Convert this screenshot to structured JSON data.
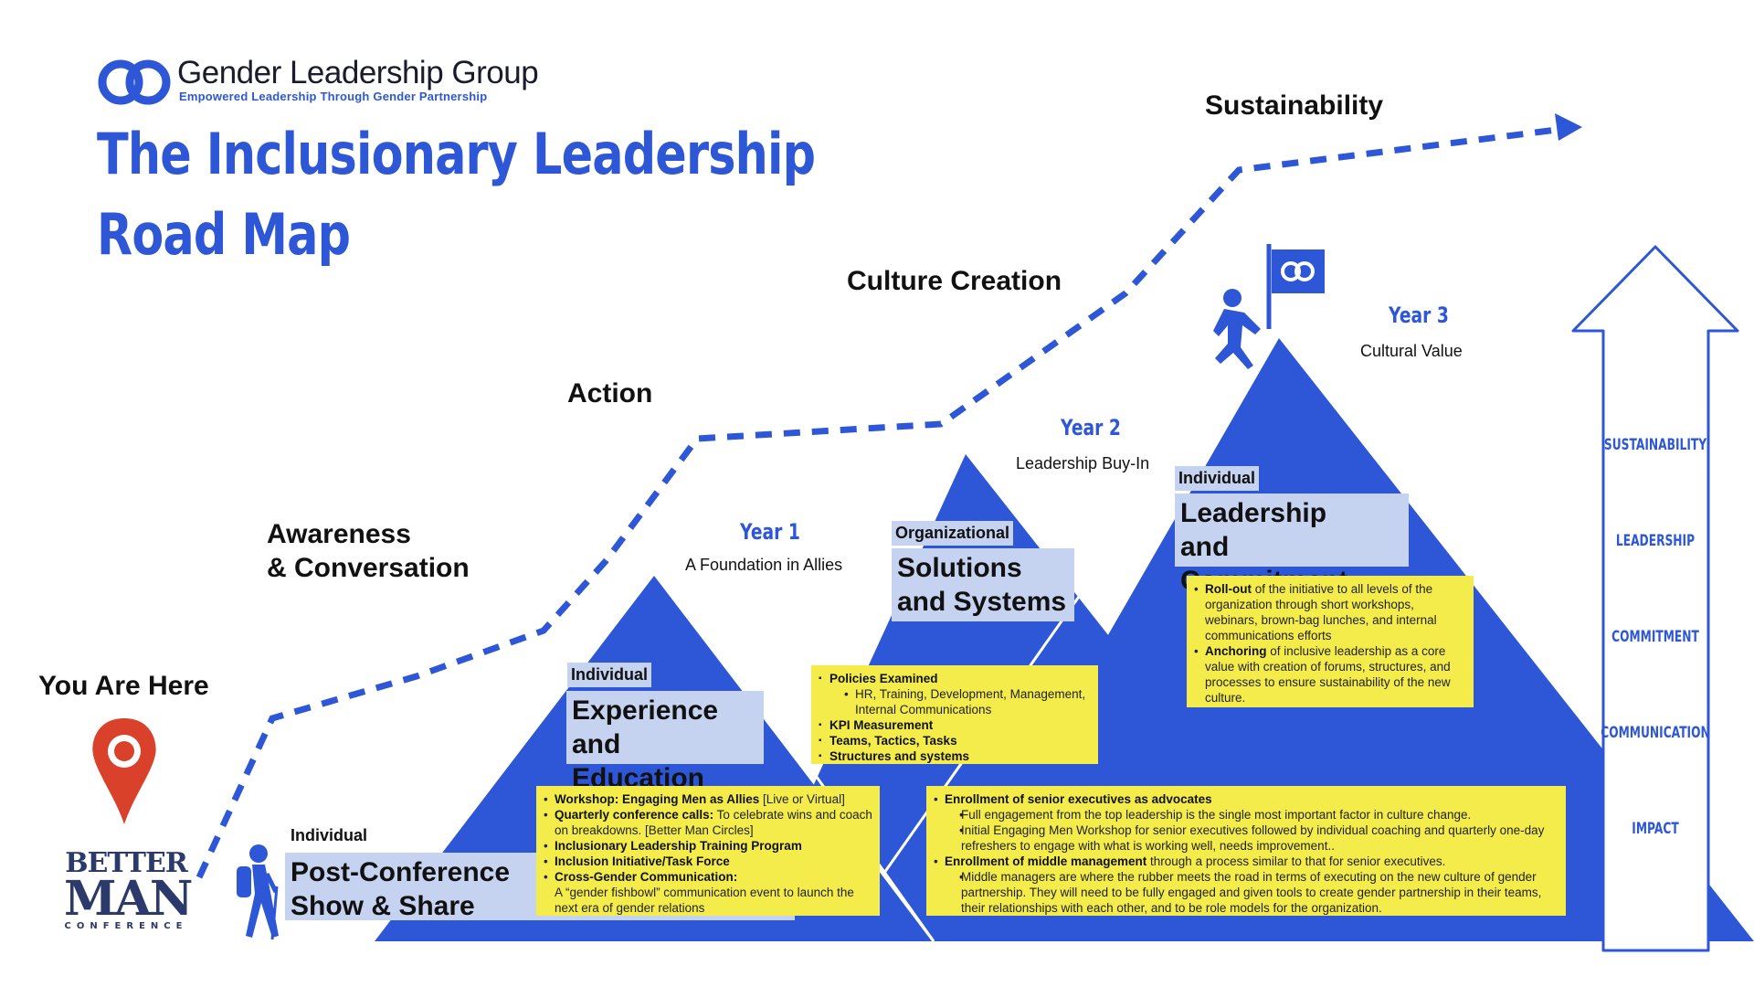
{
  "brand": {
    "name": "Gender Leadership Group",
    "tagline": "Empowered Leadership Through Gender Partnership"
  },
  "title": {
    "line1": "The Inclusionary Leadership",
    "line2": "Road Map"
  },
  "stages": {
    "awareness_1": "Awareness",
    "awareness_2": "& Conversation",
    "action": "Action",
    "culture": "Culture Creation",
    "sustainability": "Sustainability"
  },
  "you_are_here": "You Are Here",
  "logo_better_man": {
    "line1": "BETTER",
    "line2": "MAN",
    "line3": "CONFERENCE"
  },
  "years": {
    "y1": {
      "label": "Year 1",
      "sub": "A Foundation in Allies"
    },
    "y2": {
      "label": "Year 2",
      "sub": "Leadership Buy-In"
    },
    "y3": {
      "label": "Year 3",
      "sub": "Cultural Value"
    }
  },
  "blocks": {
    "post": {
      "tag": "Individual",
      "head1": "Post-Conference",
      "head2": "Show & Share"
    },
    "exp": {
      "tag": "Individual",
      "head1": "Experience",
      "head2": "and Education"
    },
    "sol": {
      "tag": "Organizational",
      "head1": "Solutions",
      "head2": "and Systems"
    },
    "lead": {
      "tag": "Individual",
      "head1": "Leadership",
      "head2": "and Commitment"
    }
  },
  "notes": {
    "y1": {
      "a_b": "Workshop:  Engaging Men as Allies",
      "a_t": " [Live or Virtual]",
      "b_b": "Quarterly conference calls:",
      "b_t": " To celebrate wins and coach on breakdowns. [Better Man Circles]",
      "c_b": "Inclusionary Leadership Training Program",
      "d_b": "Inclusion Initiative/Task Force",
      "e_b": "Cross-Gender Communication:",
      "e_t": "A “gender fishbowl” communication event to launch the next era of gender relations"
    },
    "y2": {
      "a_b": "Policies Examined",
      "a_sub": "HR, Training, Development, Management, Internal Communications",
      "b_b": "KPI Measurement",
      "c_b": "Teams, Tactics, Tasks",
      "d_b": "Structures and systems"
    },
    "y3": {
      "a_b": "Roll-out",
      "a_t": " of the initiative to all levels of the organization through short workshops, webinars, brown-bag lunches, and internal communications efforts",
      "b_b": "Anchoring",
      "b_t": " of inclusive leadership as a core value with creation of forums, structures, and processes to ensure sustainability of the new culture."
    },
    "bottom": {
      "a_b": "Enrollment of senior executives as advocates",
      "a_s1": "Full engagement from the top leadership is the single most important factor in culture change.",
      "a_s2": "Initial Engaging Men Workshop for senior executives followed by individual coaching and quarterly one-day refreshers to engage with what is working well, needs improvement..",
      "b_b": "Enrollment of middle management",
      "b_t": " through a process similar to that for senior executives.",
      "b_s1": "Middle managers are where the rubber meets the road in terms of executing on the new culture of gender partnership. They will need to be fully engaged and given tools to create gender partnership in their teams, their relationships with each other, and to be role models for the organization."
    }
  },
  "arrow_labels": [
    "SUSTAINABILITY",
    "LEADERSHIP",
    "COMMITMENT",
    "COMMUNICATION",
    "IMPACT"
  ],
  "colors": {
    "blue": "#2d57d6",
    "light_blue": "#c5d3f1",
    "yellow": "#f4ec4a",
    "pin_red": "#d9412b",
    "navy": "#2b3a6b"
  }
}
